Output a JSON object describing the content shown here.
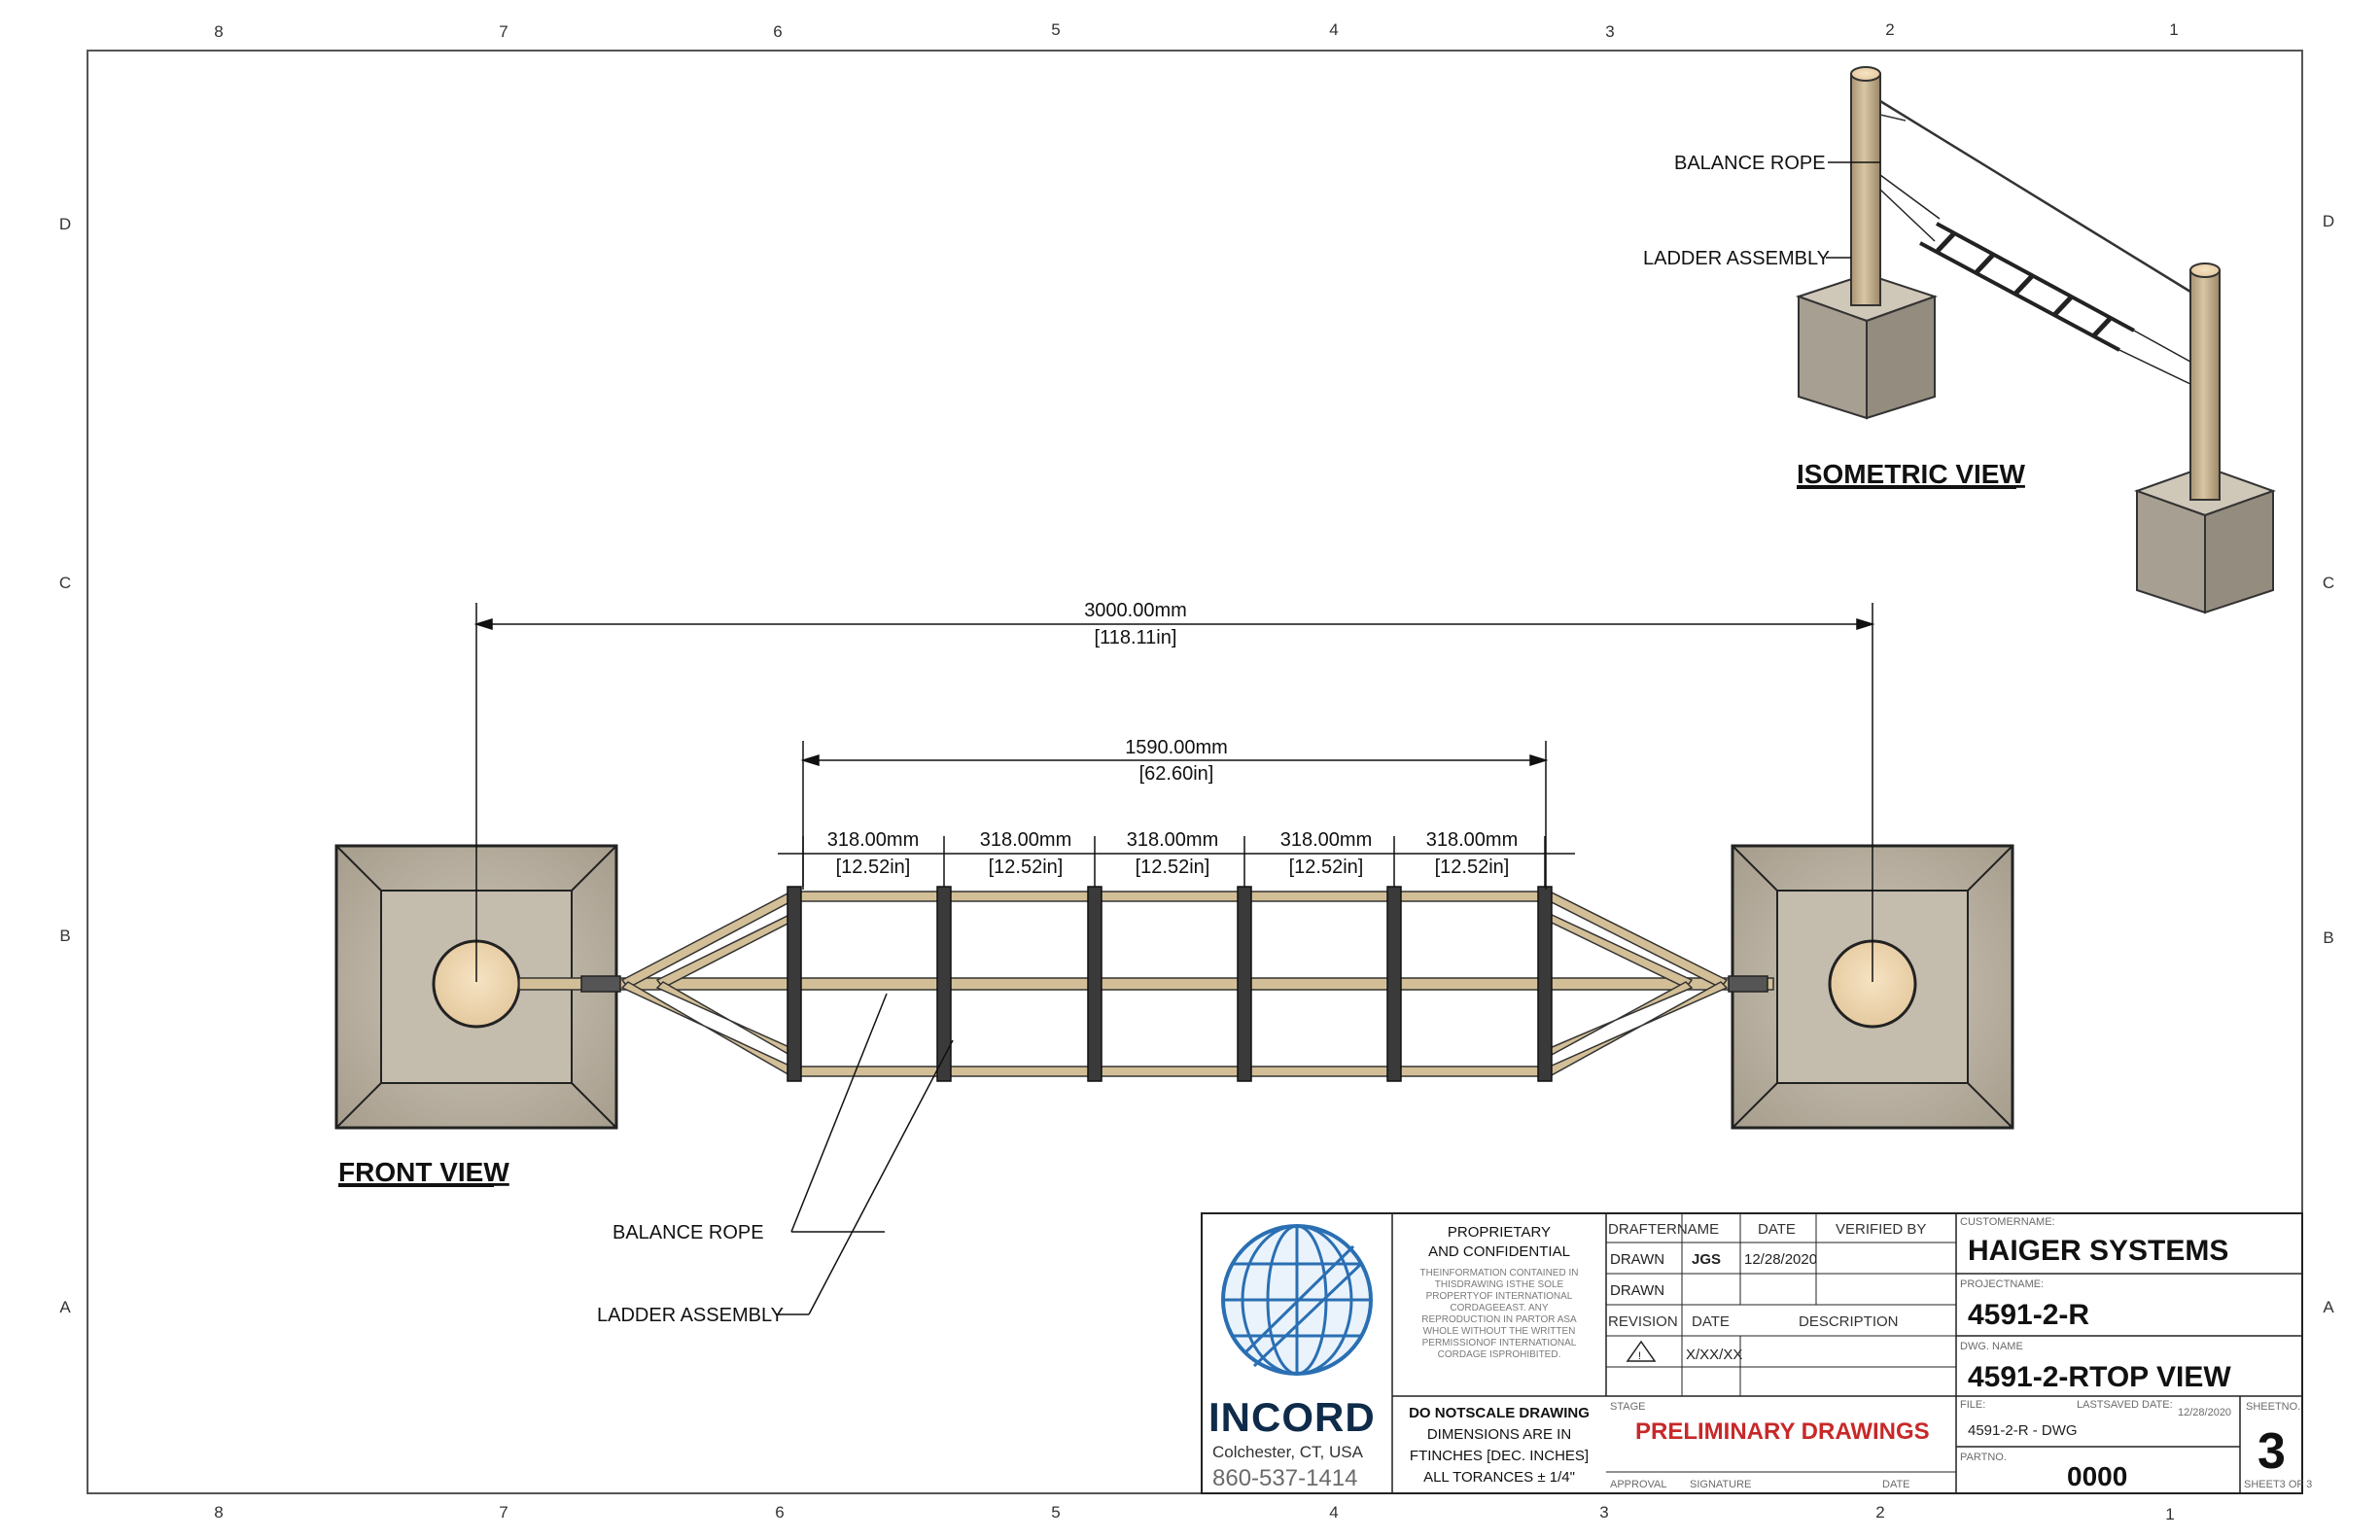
{
  "zones": {
    "columns": [
      "8",
      "7",
      "6",
      "5",
      "4",
      "3",
      "2",
      "1"
    ],
    "rows": [
      "D",
      "C",
      "B",
      "A"
    ]
  },
  "views": {
    "isometric_title": "ISOMETRIC VIEW",
    "front_title": "FRONT VIEW"
  },
  "callouts": {
    "iso_balance_rope": "BALANCE ROPE",
    "iso_ladder_assembly": "LADDER ASSEMBLY",
    "front_balance_rope": "BALANCE ROPE",
    "front_ladder_assembly": "LADDER ASSEMBLY"
  },
  "dimensions": {
    "overall": {
      "mm": "3000.00mm",
      "in": "118.11in"
    },
    "ladder": {
      "mm": "1590.00mm",
      "in": "62.60in"
    },
    "rung_spacing": [
      {
        "mm": "318.00mm",
        "in": "12.52in"
      },
      {
        "mm": "318.00mm",
        "in": "12.52in"
      },
      {
        "mm": "318.00mm",
        "in": "12.52in"
      },
      {
        "mm": "318.00mm",
        "in": "12.52in"
      },
      {
        "mm": "318.00mm",
        "in": "12.52in"
      }
    ]
  },
  "title_block": {
    "company": "INCORD",
    "location": "Colchester,  CT, USA",
    "phone": "860-537-1414",
    "proprietary_title_1": "PROPRIETARY",
    "proprietary_title_2": "AND CONFIDENTIAL",
    "proprietary_text": [
      "THEINFORMATION CONTAINED IN",
      "THISDRAWING  ISTHE SOLE",
      "PROPERTYOF INTERNATIONAL",
      "CORDAGEEAST.  ANY",
      "REPRODUCTION IN PARTOR  ASA",
      "WHOLE  WITHOUT THE WRITTEN",
      "PERMISSIONOF INTERNATIONAL",
      "CORDAGE  ISPROHIBITED."
    ],
    "scale_note": [
      "DO NOTSCALE DRAWING",
      "DIMENSIONS ARE IN",
      "FTINCHES [DEC. INCHES]",
      "ALL TORANCES ± 1/4\""
    ],
    "headers": {
      "drafter": "DRAFTERNAME",
      "date": "DATE",
      "verified": "VERIFIED BY",
      "revision": "REVISION",
      "rev_date": "DATE",
      "description": "DESCRIPTION"
    },
    "drawn_label_1": "DRAWN",
    "drawn_by": "JGS",
    "drawn_date": "12/28/2020",
    "drawn_label_2": "DRAWN",
    "revision_date": "X/XX/XX",
    "stage_label": "STAGE",
    "stage": "PRELIMINARY DRAWINGS",
    "approval_label": "APPROVAL",
    "signature_label": "SIGNATURE",
    "approval_date_label": "DATE",
    "customer_label": "CUSTOMERNAME:",
    "customer": "HAIGER SYSTEMS",
    "project_label": "PROJECTNAME:",
    "project": "4591-2-R",
    "dwg_label": "DWG.  NAME",
    "dwg_name": "4591-2-RTOP VIEW",
    "file_label": "FILE:",
    "file": "4591-2-R - DWG",
    "last_saved_label": "LASTSAVED  DATE:",
    "last_saved": "12/28/2020",
    "part_label": "PARTNO.",
    "part_no": "0000",
    "sheet_label": "SHEETNO.",
    "sheet_no": "3",
    "sheet_of": "SHEET3 OF 3"
  },
  "colors": {
    "concrete": "#bfb6a6",
    "concrete_dark": "#8e8677",
    "post": "#cbb896",
    "post_top": "#f1d9b4",
    "rope": "#cdb890",
    "rung": "#3a3a3a",
    "logo_blue": "#2a6fb3",
    "stage_red": "#c82828"
  }
}
